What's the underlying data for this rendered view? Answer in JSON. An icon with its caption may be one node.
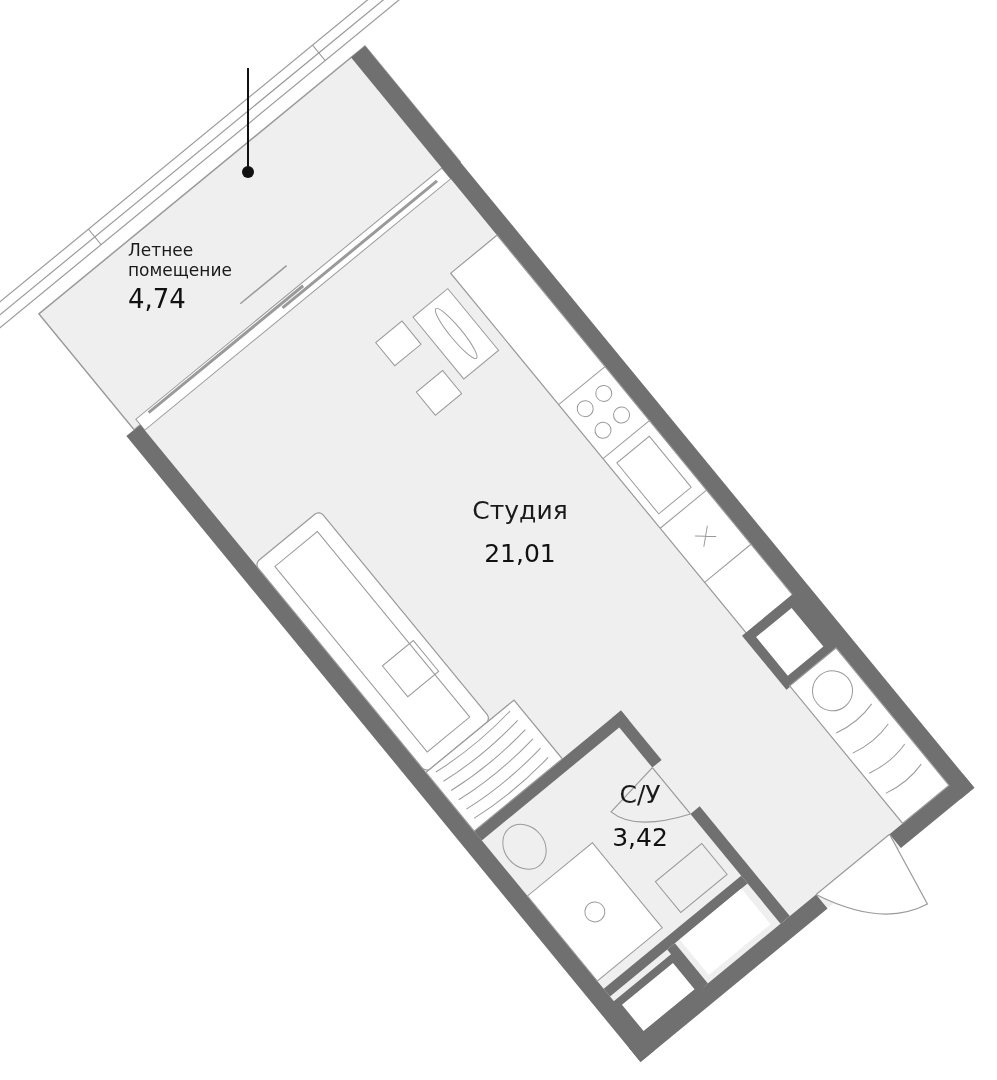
{
  "diagram": {
    "nodes": [
      {
        "text": [
          "Летнее помещение",
          "4,74"
        ]
      },
      {
        "text": [
          "Студия",
          "21,01"
        ]
      },
      {
        "text": [
          "С/У",
          "3,42"
        ]
      }
    ]
  }
}
